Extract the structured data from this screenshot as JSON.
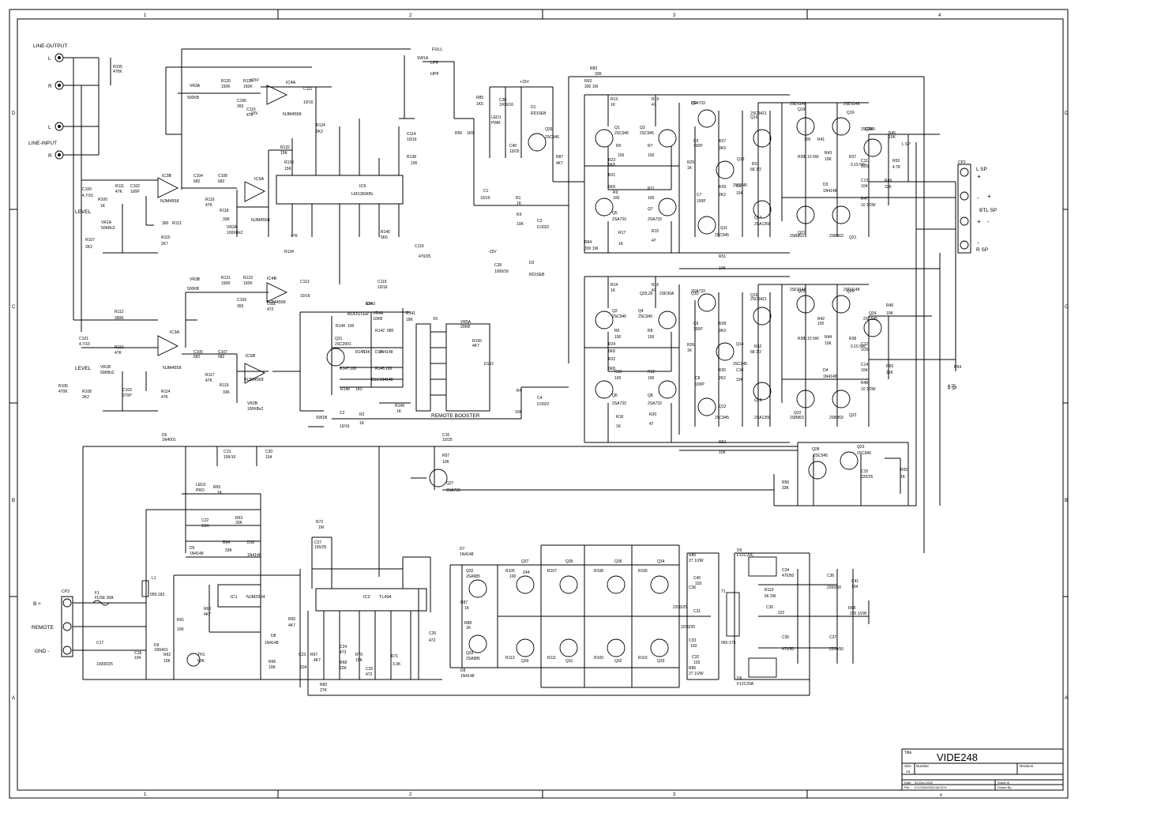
{
  "drawing": {
    "title_block": {
      "title_label": "Title",
      "title": "VIDE248",
      "size_label": "Size",
      "size": "A4",
      "number_label": "Number",
      "revision_label": "Revision",
      "date_label": "Date",
      "date": "09-Dec-2002",
      "sheet_label": "Sheet of",
      "file_label": "File",
      "file": "D:\\CDN\\VIDE248.SCH",
      "drawn_label": "Drawn By:",
      "sheet_number": "4"
    },
    "border": {
      "columns": [
        "1",
        "2",
        "3",
        "4"
      ],
      "rows": [
        "D",
        "C",
        "B",
        "A"
      ]
    }
  },
  "connectors": {
    "line_output": "LINE-OUTPUT",
    "line_input": "LINE-INPUT",
    "L": "L",
    "R": "R",
    "b_plus": "B +",
    "remote": "REMOTE",
    "gnd": "GND -",
    "l_sp": "L  SP",
    "btl_sp": "BTL  SP",
    "r_sp": "R  SP",
    "plus": "+",
    "minus": "-",
    "cp2": "CP2",
    "cp3": "CP3",
    "level_1": "LEVEL",
    "level_2": "LEVEL",
    "remote_booster": "REMOTE BOOSTER",
    "booster": "BOOSTER",
    "full": "FULL",
    "lpf": "LPF",
    "hpf": "HPF",
    "sw1a": "SW1A",
    "sw1b": "SW1B",
    "x5": "X5"
  },
  "ics": {
    "ic3b": "IC3B",
    "ic3b_type": "NJM4558",
    "ic5a": "IC5A",
    "ic5a_type": "NJM4558",
    "ic4a": "IC4A",
    "ic4a_type": "NJM4558",
    "ic4b": "IC4B",
    "ic4b_type": "NJM4558",
    "ic3a": "IC3A",
    "ic3a_type": "NJM4558",
    "ic5b": "IC5B",
    "ic5b_type": "NJM4558",
    "ic6": "IC6",
    "ic6_type": "LM13600N",
    "ic1": "IC1",
    "ic1_type": "NJM2904",
    "ic2": "IC2",
    "ic2_type": "TL494"
  },
  "labels": {
    "r105": "R105",
    "r105v": "470K",
    "r100": "R100",
    "r100v": "1K",
    "c100": "C100",
    "c100v": "4.7/16",
    "r111": "R111",
    "r111v": "47K",
    "c102": "C102",
    "c102v": "100P",
    "vr1a": "VR1A",
    "vr1av": "50KBx2",
    "r107": "R107",
    "r107v": "2K2",
    "r113": "R113",
    "r113v": "390",
    "r115": "R115",
    "r115v": "2K7",
    "c104": "C104",
    "c104v": "682",
    "c108": "C108",
    "c108v": "682",
    "r116": "R116",
    "r116v": "47K",
    "r118": "R118",
    "r118v": "33K",
    "vr2a": "VR2A",
    "vr2av": "100KBx2",
    "vr3a": "VR3A",
    "vr3av": "500KB",
    "r120": "R120",
    "r120v": "150K",
    "r122": "R122",
    "r122v": "150K",
    "c106": "C106",
    "c106v": "393",
    "c110": "C110",
    "c110v": "472",
    "c112": "C112",
    "c112v": "10/16",
    "r124": "R124",
    "r124v": "2K2",
    "r132": "R132",
    "r132v": "15K",
    "r130": "R130",
    "r130v": "15K",
    "r134": "R134",
    "r134v": "47K",
    "c114": "C114",
    "c114v": "10/16",
    "r138": "R138",
    "r138v": "100",
    "c119": "C119",
    "c119v": "470/25",
    "r140": "R140",
    "r140v": "5K6",
    "c115": "C115",
    "c115v": "10/16",
    "vr3b": "VR3B",
    "vr3bv": "500KB",
    "r121": "R121",
    "r121v": "150K",
    "r123": "R123",
    "r123v": "150K",
    "c109": "C109",
    "c109v": "393",
    "c111": "C111",
    "c111v": "472",
    "c113": "C113",
    "c113v": "10/16",
    "r112": "R112",
    "r112v": "390K",
    "c101": "C101",
    "c101v": "4.7/16",
    "r110": "R110",
    "r110v": "47K",
    "vr1b": "VR1B",
    "vr1bv": "50KBx2",
    "r106": "R106",
    "r106v": "470K",
    "r108": "R108",
    "r108v": "2K2",
    "c103": "C103",
    "c103v": "270P",
    "r114": "R114",
    "r114v": "47K",
    "c105": "C105",
    "c105v": "682",
    "c107": "C107",
    "c107v": "682",
    "r117": "R117",
    "r117v": "47K",
    "r119": "R119",
    "r119v": "33K",
    "vr2b": "VR2B",
    "vr2bv": "100KBx2",
    "r144": "R144",
    "r144v": "100",
    "vr4a": "VR4A",
    "vr4av": "10KB",
    "r142": "R142",
    "r142v": "680",
    "r143": "R143",
    "r143v": "12K",
    "r141": "R141",
    "r141v": "18K",
    "q31": "Q31",
    "q31v": "2SC2001",
    "r145": "R145",
    "r145v": "15K",
    "d14": "D14",
    "d14v": "1N4148",
    "r147": "R147",
    "r147v": "100",
    "r146": "R146",
    "r146v": "100",
    "r148": "R148",
    "r148v": "1K5",
    "d13": "D13",
    "d13v": "1N4148",
    "r149": "R149",
    "r149v": "1K",
    "vr5a": "VR5A",
    "vr5av": "20KB",
    "r150": "R150",
    "r150v": "4K7",
    "d102": "D102",
    "c2": "C2",
    "c2v": "10/16",
    "r2": "R2",
    "r2v": "1K",
    "c1": "C1",
    "c1v": "10/16",
    "r1": "R1",
    "r1v": "1K",
    "r3": "R3",
    "r3v": "10K",
    "c3": "C3",
    "c3v": "0.0022",
    "r4": "R4",
    "r4v": "10K",
    "c4": "C4",
    "c4v": "0.0022",
    "r85": "R85",
    "r85v": "1K5",
    "c38": "C38",
    "c38v": "1000/16",
    "d1": "D1",
    "d1v": "RD15EB",
    "led1": "LED1",
    "led1v": "PWR",
    "r50": "R50",
    "r50v": "1K5",
    "c40": "C40",
    "c40v": "10/25",
    "q26": "Q26",
    "q26v": "2SC945",
    "r87": "R87",
    "r87v": "4K7",
    "c39": "C39",
    "c39v": "1000/16",
    "d2": "D2",
    "d2v": "RD15EB",
    "r83": "R83",
    "r83v": "33K",
    "r63b": "R63",
    "r63bv": "330 1W",
    "r84": "R84",
    "r84v": "330 1W",
    "r13": "R13",
    "r13v": "1K",
    "r19": "R19",
    "r19v": "47",
    "q1": "Q1",
    "q1v": "2SC945",
    "q3": "Q3",
    "q3v": "2SC945",
    "q9": "Q9",
    "q9v": "2SA733",
    "r5": "R5",
    "r5v": "100",
    "r7": "R7",
    "r7v": "100",
    "r23": "R23",
    "r23v": "6K8",
    "r21": "R21",
    "r21v": "6K8",
    "r9": "R9",
    "r9v": "100",
    "r11": "R11",
    "r11v": "100",
    "q5": "Q5",
    "q5v": "2SA733",
    "q7": "Q7",
    "q7v": "2SA733",
    "r17": "R17",
    "r17v": "1K",
    "r15": "R15",
    "r15v": "47",
    "c5": "C5",
    "c5v": "100P",
    "r27": "R27",
    "r27v": "3K9",
    "r25": "R25",
    "r25v": "1K",
    "q13": "Q13",
    "q13v": "2SC945",
    "r29": "R29",
    "r29v": "2K2",
    "c7": "C7",
    "c7v": "100P",
    "q11": "Q11",
    "q11v": "2SC945",
    "r31": "R31",
    "r31v": "68 1/2",
    "c9": "C9",
    "c9v": "104",
    "q15": "Q15",
    "q15v": "2SC3421",
    "q17": "Q17",
    "q17v": "2SA1358",
    "q19": "Q19",
    "q19v": "2SD1148",
    "q19b": "Q19",
    "q19bv": "2SD1148",
    "r41": "R41",
    "r41v": "100",
    "r43": "R43",
    "r43v": "10K",
    "r35": "R35",
    "r35v": "0.15 5W",
    "r37": "R37",
    "r37v": "0.15 5W",
    "d3": "D3",
    "d3v": "1N4148",
    "q21": "Q21",
    "q21v": "2SB863",
    "q21b": "Q21",
    "q21bv": "2SB863",
    "c11": "C11",
    "c11v": "1/25",
    "c13": "C13",
    "c13v": "104",
    "r47": "R47",
    "r47v": "10 1/2W",
    "q25": "Q25",
    "q25v": "2SC945",
    "r45": "R45",
    "r45v": "10K",
    "r53": "R53",
    "r53v": "4.7K",
    "r49": "R49",
    "r49v": "33K",
    "r51": "R51",
    "r51v": "10K",
    "r14": "R14",
    "r14v": "1K",
    "r16": "R16",
    "r16v": "47",
    "q2": "Q2",
    "q2v": "2SC945",
    "q4": "Q4",
    "q4v": "2SC945",
    "q10": "Q10",
    "q10v": "2SA733",
    "q2526": "Q25,26",
    "q2526v": "2SK30A",
    "r6": "R6",
    "r6v": "100",
    "r8": "R8",
    "r8v": "100",
    "r24": "R24",
    "r24v": "6K8",
    "r22": "R22",
    "r22v": "6K8",
    "r10": "R10",
    "r10v": "100",
    "r12": "R12",
    "r12v": "100",
    "q6": "Q6",
    "q6v": "2SA733",
    "q8": "Q8",
    "q8v": "2SA733",
    "r18": "R18",
    "r18v": "1K",
    "r20": "R20",
    "r20v": "47",
    "c6": "C6",
    "c6v": "100P",
    "r28": "R28",
    "r28v": "3K9",
    "r26": "R26",
    "r26v": "1K",
    "q14": "Q14",
    "q14v": "2SC945",
    "r30": "R30",
    "r30v": "2K2",
    "c8": "C8",
    "c8v": "100P",
    "q12": "Q12",
    "q12v": "2SC945",
    "r32": "R32",
    "r32v": "68 1/2",
    "c10": "C10",
    "c10v": "104",
    "q16": "Q16",
    "q16v": "2SC3421",
    "q18": "Q18",
    "q18v": "2SA1358",
    "q20": "Q20",
    "q20v": "2SD1148",
    "q20b": "Q20",
    "q20bv": "2SD1148",
    "r42": "R42",
    "r42v": "100",
    "r44": "R44",
    "r44v": "10K",
    "r36": "R36",
    "r36v": "0.15 5W",
    "r38": "R38",
    "r38v": "0.15 5W",
    "d4": "D4",
    "d4v": "1N4148",
    "q22": "Q22",
    "q22v": "2SB863",
    "q22b": "Q22",
    "q22bv": "2SB863",
    "c12": "C12",
    "c12v": "1/25",
    "c14": "C14",
    "c14v": "104",
    "r48": "R48",
    "r48v": "10 1/2W",
    "q24": "Q24",
    "q24v": "2SC945",
    "r46": "R46",
    "r46v": "10K",
    "r50b": "R50",
    "r50bv": "33K",
    "r54": "R54",
    "r54v": "4.7K",
    "r52": "R52",
    "r52v": "10K",
    "q28": "Q28",
    "q28v": "2SC945",
    "q23": "Q23",
    "q23v": "2SC945",
    "c15": "C15",
    "c15v": "220/25",
    "r56": "R56",
    "r56v": "33K",
    "r55": "R55",
    "r55v": "1K",
    "d6": "D6",
    "d6v": "1N4001",
    "c13b": "C13",
    "c13bv": "100/16",
    "c20": "C20",
    "c20v": "104",
    "c16": "C16",
    "c16v": "10/25",
    "r57": "R57",
    "r57v": "10K",
    "q27": "Q27",
    "q27v": "2SA733",
    "led2": "LED2",
    "led2v": "PRO",
    "r65": "R65",
    "r65v": "1K",
    "c22": "C22",
    "c22v": "1/16",
    "r63": "R63",
    "r63v": "33K",
    "d5": "D5",
    "d5v": "1N4148",
    "r64": "R64",
    "r64v": "33K",
    "d10": "D10",
    "d10v": "1N4148",
    "r60": "R60",
    "r60v": "4K7",
    "d8": "D8",
    "d8v": "1N4148",
    "r61": "R61",
    "r61v": "10K",
    "r62": "R62",
    "r62v": "10K",
    "th1": "TH1",
    "th1v": "50K",
    "r66": "R66",
    "r66v": "10K",
    "r72": "R72",
    "r72v": "1M",
    "c27": "C27",
    "c27v": "100/25",
    "r65b": "R65",
    "r65bv": "4K7",
    "c23": "C23",
    "c23v": "104",
    "r67": "R67",
    "r67v": "4K7",
    "c24": "C24",
    "c24v": "473",
    "r68": "R68",
    "r68v": "22K",
    "r70": "R70",
    "r70v": "15K",
    "c25": "C25",
    "c25v": "472",
    "r71": "R71",
    "r71v": "3.3K",
    "c26": "C26",
    "c26v": "472",
    "r82": "R82",
    "r82v": "27K",
    "l1": "L1",
    "l1v": "055-182",
    "f1": "F1",
    "f1v": "FUSE 30A",
    "c17": "C17",
    "c17v": "10000/25",
    "c18": "C18",
    "c18v": "104",
    "d9": "D9",
    "d9v": "1N5401",
    "d7": "D7",
    "d7v": "1N4148",
    "q32": "Q32",
    "q32v": "2SA985",
    "r87b": "R87",
    "r87bv": "1K",
    "r88": "R88",
    "r88v": "1K",
    "q33": "Q33",
    "q33v": "2SA985",
    "d8b": "D8",
    "d8bv": "1N4148",
    "q37": "Q37",
    "q35": "Q35",
    "q36": "Q36",
    "q34": "Q34",
    "q30": "Q30",
    "q31b": "Q31",
    "q32b": "Q32",
    "q33b": "Q33",
    "z44": "Z44",
    "r105b": "R105",
    "r107b": "R107",
    "r108b": "R108",
    "r106b": "R106",
    "r113b": "R113",
    "r111b": "R111",
    "r109b": "R109",
    "r110b": "R110",
    "r100b": "100",
    "r86": "R86",
    "r86v": "27 1/2W",
    "r85b": "R85",
    "r85bv": "27 1/2W",
    "c40b": "C40",
    "c40bv": "103",
    "c36": "C36",
    "c36v": "2200/25",
    "c31": "C31",
    "c31v": "2200/25",
    "c33": "C33",
    "c33v": "103",
    "c32": "C32",
    "c32v": "103",
    "t1": "T1",
    "t1v": "055-175",
    "d5b": "D5",
    "d5bv": "F12C20C",
    "d6b": "D6",
    "d6bv": "F12C20A",
    "r110c": "R110",
    "r110cv": "56 2W",
    "c30": "C30",
    "c30v": "222",
    "c34": "C34",
    "c34v": "470/50",
    "c35": "C35",
    "c35v": "470/50",
    "c36b": "C36",
    "c36bv": "2200/50",
    "c41": "C41",
    "c41v": "104",
    "r88b": "R88",
    "r88bv": "220 1/2W",
    "c37": "C37",
    "c37v": "2200/50",
    "v15p": "+15V",
    "v15m": "-15V",
    "v15p2": "+15V",
    "v15m2": "-15V",
    "lsp": "L SP",
    "rsp": "R SP"
  }
}
